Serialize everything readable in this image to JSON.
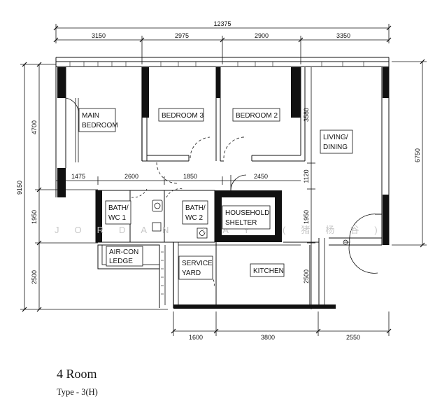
{
  "caption": {
    "title": "4 Room",
    "subtitle": "Type - 3(H)"
  },
  "watermark": "JORDAN LAY (猪杨谷)",
  "dimensions": {
    "overall_width": "12375",
    "top": [
      "3150",
      "2975",
      "2900",
      "3350"
    ],
    "bottom": [
      "1600",
      "3800",
      "2550"
    ],
    "left_overall": "9150",
    "left": [
      "4700",
      "1950",
      "2500"
    ],
    "right": "6750",
    "interior_row": [
      "1475",
      "2600",
      "1850",
      "2450"
    ],
    "interior_col": [
      "3580",
      "1120",
      "1950",
      "2500"
    ]
  },
  "rooms": {
    "main_bedroom": [
      "MAIN",
      "BEDROOM"
    ],
    "bedroom3": "BEDROOM 3",
    "bedroom2": "BEDROOM 2",
    "living": [
      "LIVING/",
      "DINING"
    ],
    "bath1": [
      "BATH/",
      "WC 1"
    ],
    "bath2": [
      "BATH/",
      "WC 2"
    ],
    "shelter": [
      "HOUSEHOLD",
      "SHELTER"
    ],
    "aircon": [
      "AIR-CON",
      "LEDGE"
    ],
    "service": [
      "SERVICE",
      "YARD"
    ],
    "kitchen": "KITCHEN"
  }
}
